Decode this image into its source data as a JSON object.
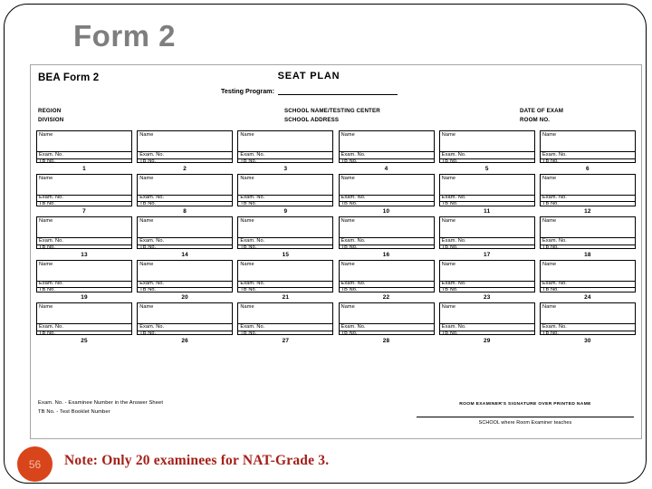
{
  "slide": {
    "title": "Form 2",
    "number": "56",
    "note": "Note: Only 20 examinees for NAT-Grade 3.",
    "colors": {
      "title_gray": "#7e7e7e",
      "badge_orange": "#d8451a",
      "note_red": "#a52019",
      "frame_black": "#000000",
      "form_border_gray": "#a6a6a6"
    }
  },
  "form": {
    "form_code": "BEA Form 2",
    "doc_title": "SEAT PLAN",
    "testing_program_label": "Testing Program:",
    "testing_program_value": "",
    "meta_left": [
      "REGION",
      "DIVISION"
    ],
    "meta_mid": [
      "SCHOOL NAME/TESTING CENTER",
      "SCHOOL ADDRESS"
    ],
    "meta_right": [
      "DATE OF EXAM",
      "ROOM NO."
    ],
    "seat_fields": {
      "name": "Name",
      "exam_no": "Exam. No.",
      "tb_no": "TB No."
    },
    "grid": {
      "rows": 5,
      "cols": 6,
      "numbers": [
        [
          "1",
          "2",
          "3",
          "4",
          "5",
          "6"
        ],
        [
          "7",
          "8",
          "9",
          "10",
          "11",
          "12"
        ],
        [
          "13",
          "14",
          "15",
          "16",
          "17",
          "18"
        ],
        [
          "19",
          "20",
          "21",
          "22",
          "23",
          "24"
        ],
        [
          "25",
          "26",
          "27",
          "28",
          "29",
          "30"
        ]
      ]
    },
    "legend": [
      "Exam. No. - Examinee Number in the Answer Sheet",
      "TB No. - Test Booklet Number"
    ],
    "signature_caption": "ROOM EXAMINER'S SIGNATURE OVER PRINTED NAME",
    "school_caption": "SCHOOL where Room Examiner teaches"
  }
}
